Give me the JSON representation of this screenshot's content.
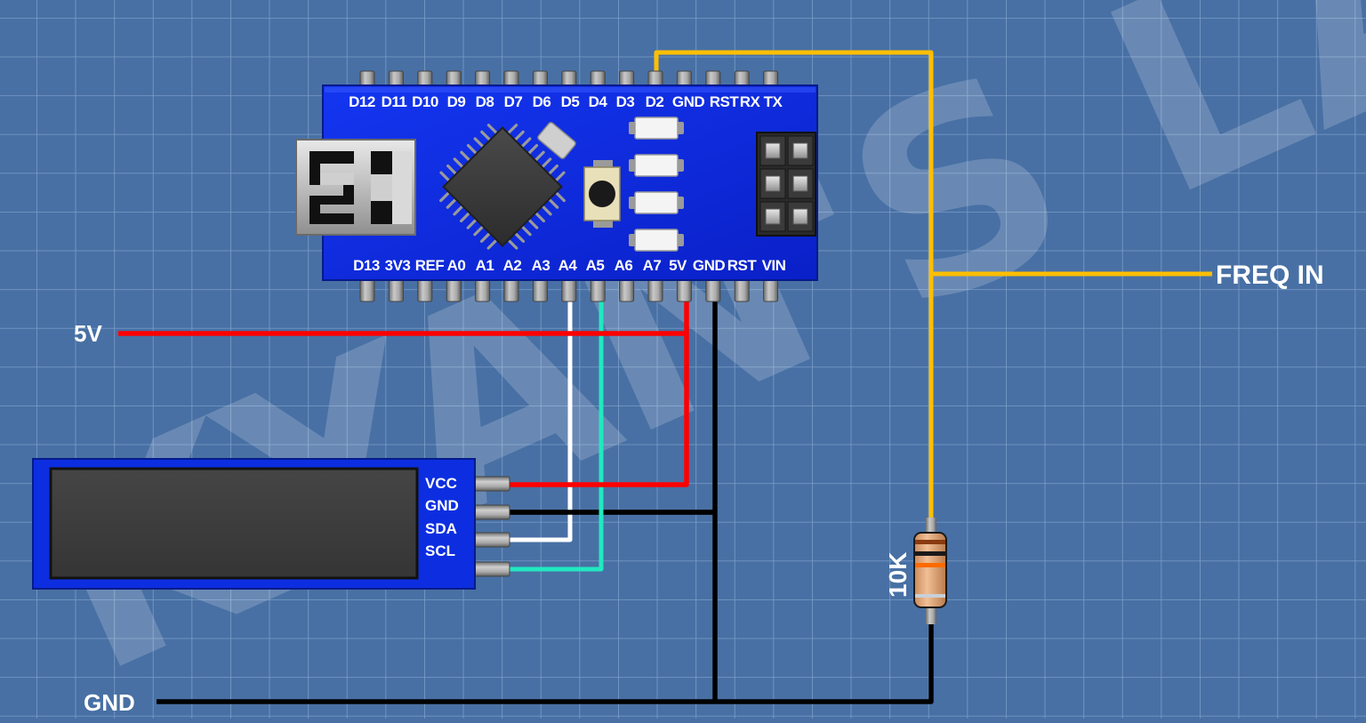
{
  "diagram": {
    "watermark": "KYAN'S LAB",
    "arduino": {
      "top_pins": [
        "D12",
        "D11",
        "D10",
        "D9",
        "D8",
        "D7",
        "D6",
        "D5",
        "D4",
        "D3",
        "D2",
        "GND",
        "RST",
        "RX",
        "TX"
      ],
      "bottom_pins": [
        "D13",
        "3V3",
        "REF",
        "A0",
        "A1",
        "A2",
        "A3",
        "A4",
        "A5",
        "A6",
        "A7",
        "5V",
        "GND",
        "RST",
        "VIN"
      ]
    },
    "lcd": {
      "pins": [
        "VCC",
        "GND",
        "SDA",
        "SCL"
      ]
    },
    "resistor": {
      "label": "10K"
    },
    "nets": {
      "power_label": "5V",
      "ground_label": "GND",
      "signal_label": "FREQ IN"
    },
    "wires": [
      {
        "name": "5v-rail",
        "color": "#ff0000",
        "from": "5V",
        "to": "Arduino 5V"
      },
      {
        "name": "lcd-vcc",
        "color": "#ff0000",
        "from": "LCD VCC",
        "to": "Arduino 5V"
      },
      {
        "name": "lcd-gnd",
        "color": "#000000",
        "from": "LCD GND",
        "to": "Arduino GND"
      },
      {
        "name": "lcd-sda",
        "color": "#ffffff",
        "from": "LCD SDA",
        "to": "Arduino A4"
      },
      {
        "name": "lcd-scl",
        "color": "#22e8c0",
        "from": "LCD SCL",
        "to": "Arduino A5"
      },
      {
        "name": "freq-in",
        "color": "#ffbf00",
        "from": "FREQ IN",
        "to": "Arduino D2"
      },
      {
        "name": "gnd-rail",
        "color": "#000000",
        "from": "GND",
        "to": "Arduino GND / 10K resistor"
      }
    ],
    "colors": {
      "background": "#4870a4",
      "grid": "#7b9dc8",
      "board": "#0a2de0",
      "wire_5v": "#ff0000",
      "wire_gnd": "#000000",
      "wire_sda": "#ffffff",
      "wire_scl": "#22e8c0",
      "wire_freq": "#ffbf00"
    }
  }
}
